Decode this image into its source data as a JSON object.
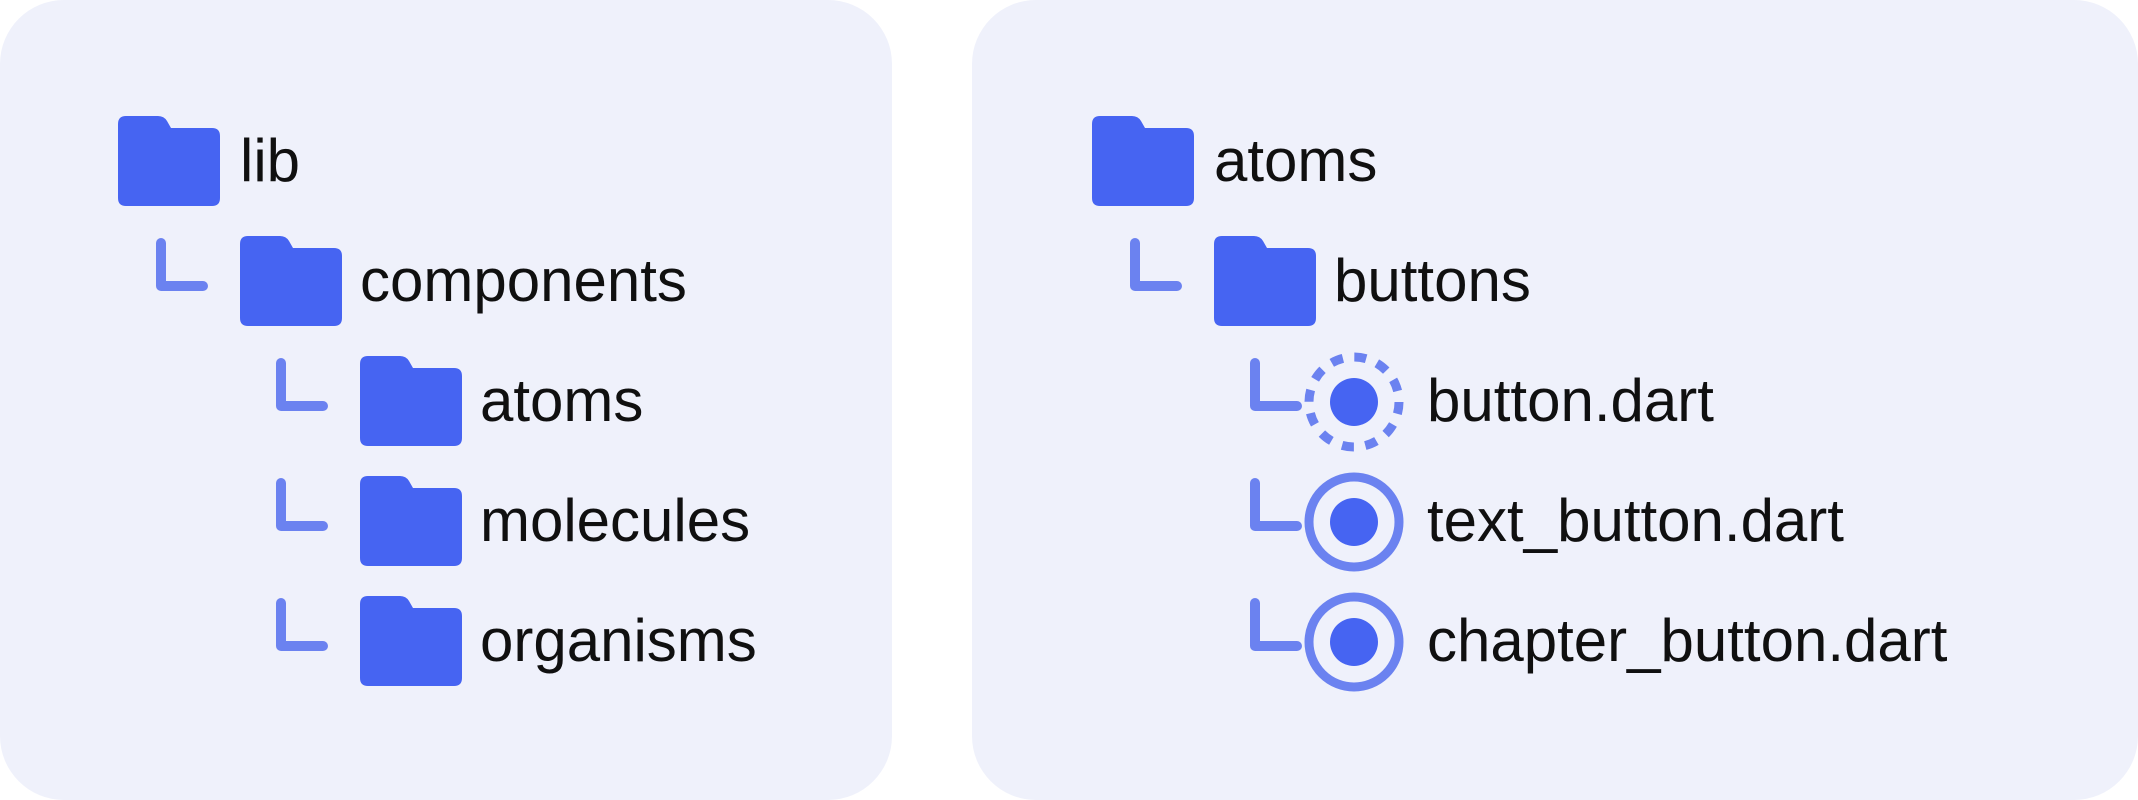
{
  "colors": {
    "panel_background": "#eff1fb",
    "folder": "#4664f2",
    "connector": "#6b82f0",
    "file_ring": "#6b82f0",
    "file_dot": "#4664f2",
    "text": "#101010"
  },
  "left_tree": {
    "items": [
      {
        "label": "lib",
        "icon": "folder-icon"
      },
      {
        "label": "components",
        "icon": "folder-icon"
      },
      {
        "label": "atoms",
        "icon": "folder-icon"
      },
      {
        "label": "molecules",
        "icon": "folder-icon"
      },
      {
        "label": "organisms",
        "icon": "folder-icon"
      }
    ]
  },
  "right_tree": {
    "items": [
      {
        "label": "atoms",
        "icon": "folder-icon"
      },
      {
        "label": "buttons",
        "icon": "folder-icon"
      },
      {
        "label": "button.dart",
        "icon": "dashed-ring-file-icon"
      },
      {
        "label": "text_button.dart",
        "icon": "ring-file-icon"
      },
      {
        "label": "chapter_button.dart",
        "icon": "ring-file-icon"
      }
    ]
  }
}
